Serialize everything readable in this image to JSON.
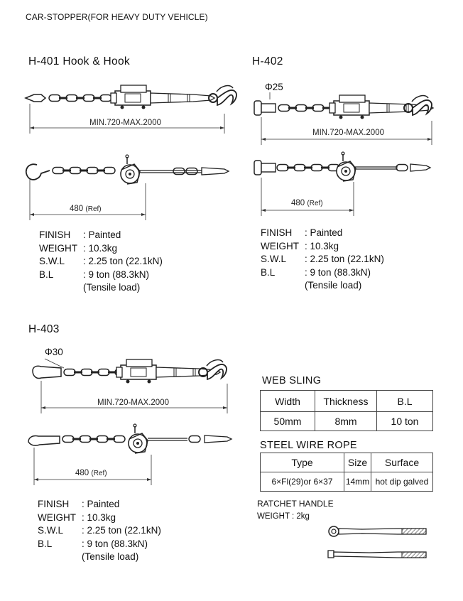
{
  "header": {
    "title": "CAR-STOPPER(FOR HEAVY DUTY VEHICLE)"
  },
  "products": [
    {
      "model": "H-401  Hook & Hook",
      "length_label": "MIN.720-MAX.2000",
      "ref_value": "480",
      "ref_unit": "(Ref)",
      "specs": [
        {
          "key": "FINISH",
          "value": ": Painted"
        },
        {
          "key": "WEIGHT",
          "value": ": 10.3kg"
        },
        {
          "key": "S.W.L",
          "value": ": 2.25 ton (22.1kN)"
        },
        {
          "key": "B.L",
          "value": ": 9 ton (88.3kN)"
        }
      ],
      "note": "(Tensile load)"
    },
    {
      "model": "H-402",
      "diameter": "Φ25",
      "length_label": "MIN.720-MAX.2000",
      "ref_value": "480",
      "ref_unit": "(Ref)",
      "specs": [
        {
          "key": "FINISH",
          "value": ": Painted"
        },
        {
          "key": "WEIGHT",
          "value": ": 10.3kg"
        },
        {
          "key": "S.W.L",
          "value": ": 2.25 ton (22.1kN)"
        },
        {
          "key": "B.L",
          "value": ": 9 ton (88.3kN)"
        }
      ],
      "note": "(Tensile load)"
    },
    {
      "model": "H-403",
      "diameter": "Φ30",
      "length_label": "MIN.720-MAX.2000",
      "ref_value": "480",
      "ref_unit": "(Ref)",
      "specs": [
        {
          "key": "FINISH",
          "value": ": Painted"
        },
        {
          "key": "WEIGHT",
          "value": ": 10.3kg"
        },
        {
          "key": "S.W.L",
          "value": ": 2.25 ton (22.1kN)"
        },
        {
          "key": "B.L",
          "value": ": 9 ton (88.3kN)"
        }
      ],
      "note": "(Tensile load)"
    }
  ],
  "web_sling": {
    "title": "WEB SLING",
    "headers": [
      "Width",
      "Thickness",
      "B.L"
    ],
    "row": [
      "50mm",
      "8mm",
      "10 ton"
    ]
  },
  "steel_wire_rope": {
    "title": "STEEL WIRE ROPE",
    "headers": [
      "Type",
      "Size",
      "Surface"
    ],
    "row": [
      "6×Fl(29)or 6×37",
      "14mm",
      "hot dip galved"
    ]
  },
  "ratchet_handle": {
    "title": "RATCHET HANDLE",
    "weight": "WEIGHT : 2kg"
  }
}
